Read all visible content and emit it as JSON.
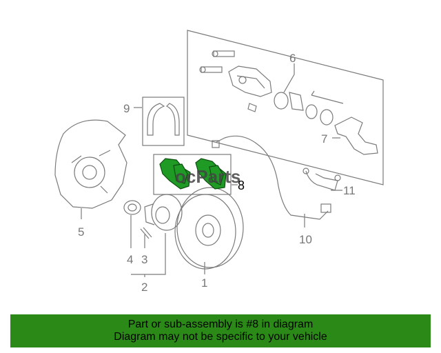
{
  "callouts": [
    "1",
    "2",
    "3",
    "4",
    "5",
    "6",
    "7",
    "8",
    "9",
    "10",
    "11"
  ],
  "watermark": "ocParts",
  "banner": {
    "line1": "Part or sub-assembly is #8 in diagram",
    "line2": "Diagram may not be specific to your vehicle"
  },
  "colors": {
    "highlight": "#1f9a24",
    "banner": "#2b8a17",
    "line": "#7a7a7a"
  }
}
